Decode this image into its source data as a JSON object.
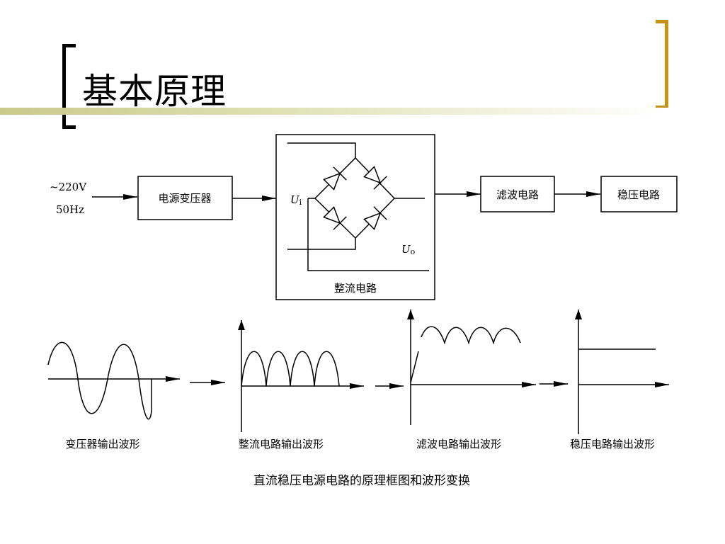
{
  "slide": {
    "title": "基本原理"
  },
  "block_diagram": {
    "input_voltage": "~220V",
    "input_frequency": "50Hz",
    "blocks": {
      "transformer": "电源变压器",
      "rectifier": "整流电路",
      "filter": "滤波电路",
      "regulator": "稳压电路"
    },
    "bridge": {
      "input_symbol": "U",
      "input_subscript": "i",
      "output_symbol": "U",
      "output_subscript": "o"
    }
  },
  "waveforms": {
    "transformer_output": "变压器输出波形",
    "rectifier_output": "整流电路输出波形",
    "filter_output": "滤波电路输出波形",
    "regulator_output": "稳压电路输出波形"
  },
  "caption": "直流稳压电源电路的原理框图和波形变换"
}
